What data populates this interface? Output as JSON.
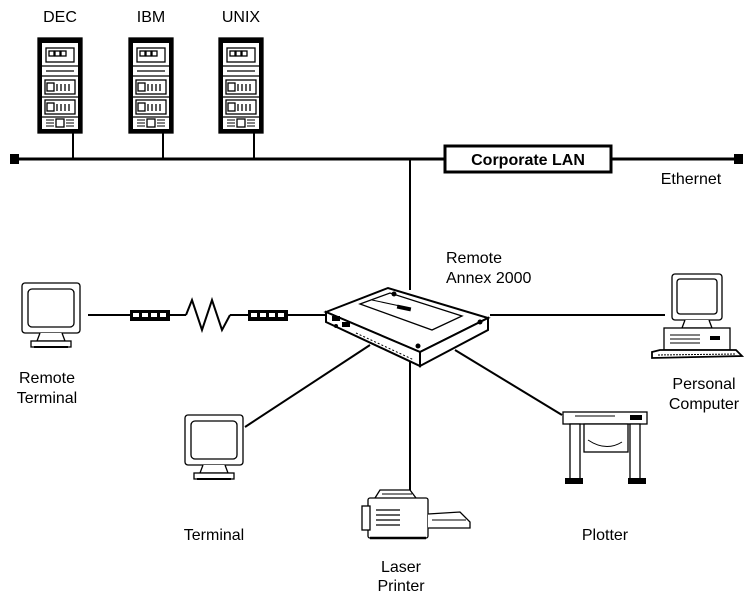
{
  "servers": [
    {
      "label": "DEC"
    },
    {
      "label": "IBM"
    },
    {
      "label": "UNIX"
    }
  ],
  "lan": {
    "label": "Corporate LAN",
    "medium": "Ethernet"
  },
  "hub": {
    "label_line1": "Remote",
    "label_line2": "Annex 2000"
  },
  "devices": {
    "remote_terminal": {
      "line1": "Remote",
      "line2": "Terminal"
    },
    "personal_computer": {
      "line1": "Personal",
      "line2": "Computer"
    },
    "terminal": {
      "label": "Terminal"
    },
    "laser_printer": {
      "line1": "Laser",
      "line2": "Printer"
    },
    "plotter": {
      "label": "Plotter"
    }
  }
}
